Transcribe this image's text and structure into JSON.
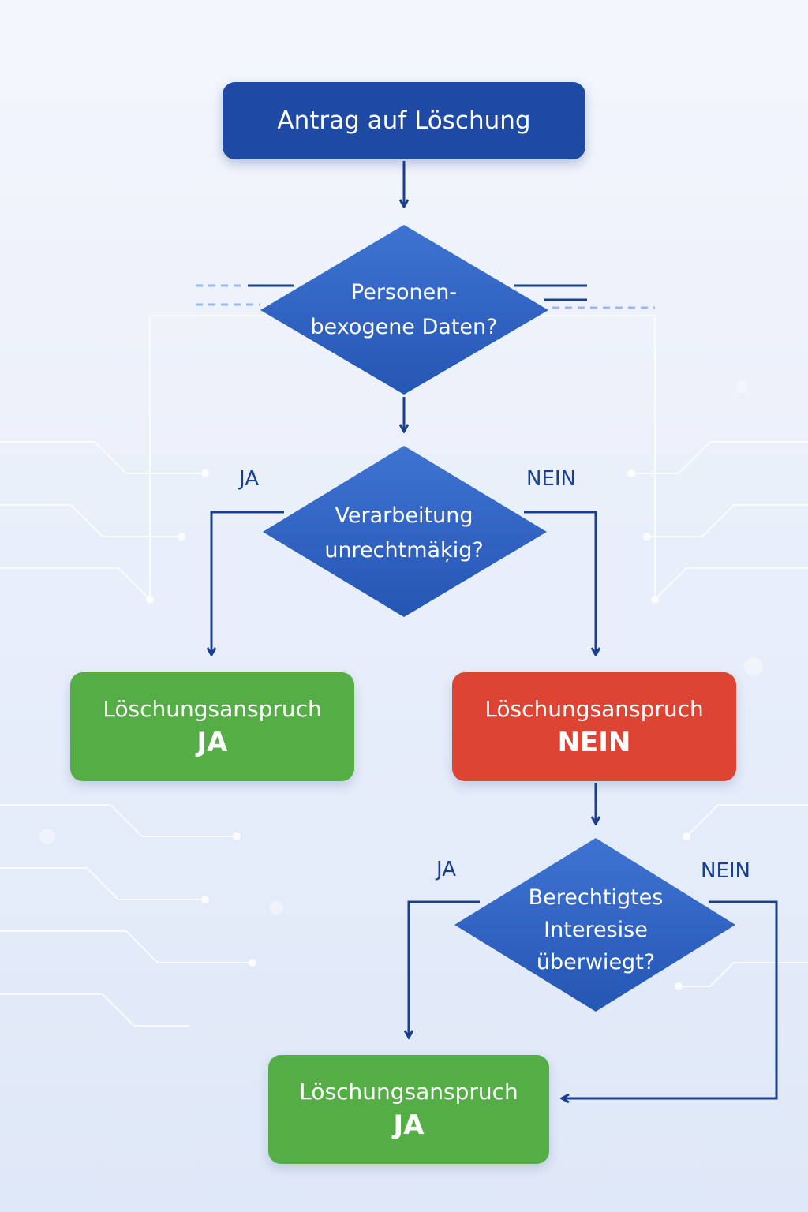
{
  "start": {
    "label": "Antrag auf Löschung"
  },
  "decisions": [
    {
      "lines": [
        "Personen-",
        "bexogene Daten?"
      ]
    },
    {
      "lines": [
        "Verarbeitung",
        "unrechtmäķig?"
      ],
      "yes_label": "JA",
      "no_label": "NEIN"
    },
    {
      "lines": [
        "Berechtigtes",
        "Interesise",
        "überwiegt?"
      ],
      "yes_label": "JA",
      "no_label": "NEIN"
    }
  ],
  "results": [
    {
      "title": "Löschungsanspruch",
      "value": "JA",
      "color": "#55ad46"
    },
    {
      "title": "Löschungsanspruch",
      "value": "NEIN",
      "color": "#dd4433"
    },
    {
      "title": "Löschungsanspruch",
      "value": "JA",
      "color": "#55ad46"
    }
  ],
  "colors": {
    "primary": "#1f4aa3",
    "diamond": "#2f62c4",
    "arrow": "#1a3f8f",
    "green": "#55ad46",
    "red": "#dd4433"
  }
}
